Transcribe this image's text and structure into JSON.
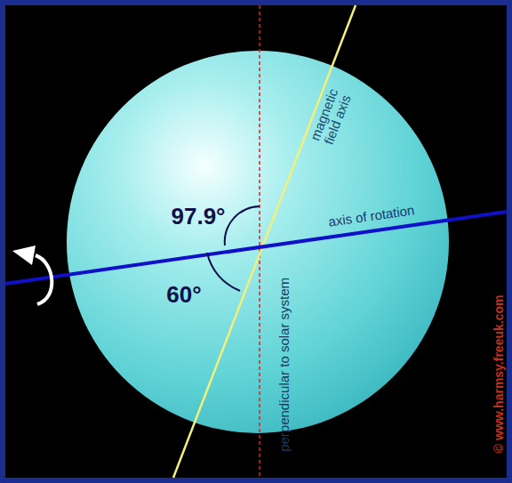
{
  "diagram": {
    "labels": [
      "97.9°",
      "60°",
      "magnetic field axis",
      "axis of rotation",
      "perpendicular to solar system",
      "© www.harmsy.freeuk.com"
    ]
  }
}
